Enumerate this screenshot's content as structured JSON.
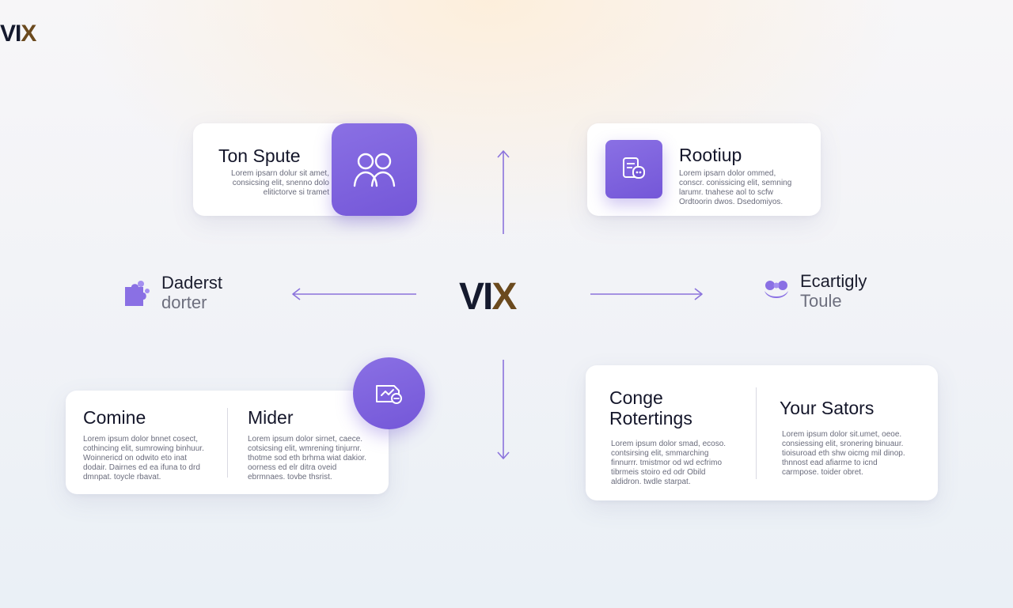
{
  "brand": {
    "logo_main": "VI",
    "logo_accent": "X"
  },
  "center": {
    "logo_main": "VI",
    "logo_accent": "X"
  },
  "top_left_card": {
    "title": "Ton Spute",
    "text": "Lorem ipsarn dolur sit amet, consicsing elit, snenno dolo elitictorve si tramet",
    "icon": "people-icon"
  },
  "top_right_card": {
    "title": "Rootiup",
    "text": "Lorem ipsarn dolor ommed, conscr. conissicing elit, semning larumr. tnahese aol to scfw Ordtoorin dwos. Dsedomiyos.",
    "icon": "document-badge-icon"
  },
  "left_item": {
    "title": "Daderst",
    "subtitle": "dorter",
    "icon": "puzzle-icon"
  },
  "right_item": {
    "title": "Ecartigly",
    "subtitle": "Toule",
    "icon": "heart-hands-icon"
  },
  "bottom_left_card": {
    "col1_title": "Comine",
    "col1_text": "Lorem ipsum dolor bnnet cosect, cothincing elit, sumrowing binhuur. Woinnericd on odwito eto inat dodair. Dairnes ed ea ifuna to drd dmnpat. toycle rbavat.",
    "col2_title": "Mider",
    "col2_text": "Lorem ipsum dolor sirnet, caece. cotsicsing elit, wmrening tinjurnr. thotme sod eth brhma wiat dakior. oorness ed elr ditra oveid ebrmnaes. tovbe thsrist.",
    "icon": "handshake-icon"
  },
  "bottom_right_card": {
    "col1_title": "Conge Rotertings",
    "col1_text": "Lorem ipsum dolor smad, ecoso. contsirsing elit, smmarching finnurrr. tmistmor od wd ecfrimo tibrmeis stoiro ed odr Obild aldidron. twdle starpat.",
    "col2_title": "Your Sators",
    "col2_text": "Lorem ipsum dolor sit.umet, oeoe. consiessing elit, sronering binuaur. tioisuroad eth shw oicmg mil dinop. thnnost ead afiarme to icnd carmpose. toider obret.",
    "icon": ""
  },
  "colors": {
    "accent": "#7457d8",
    "arrow": "#8b73dc",
    "text_dark": "#14162a"
  }
}
